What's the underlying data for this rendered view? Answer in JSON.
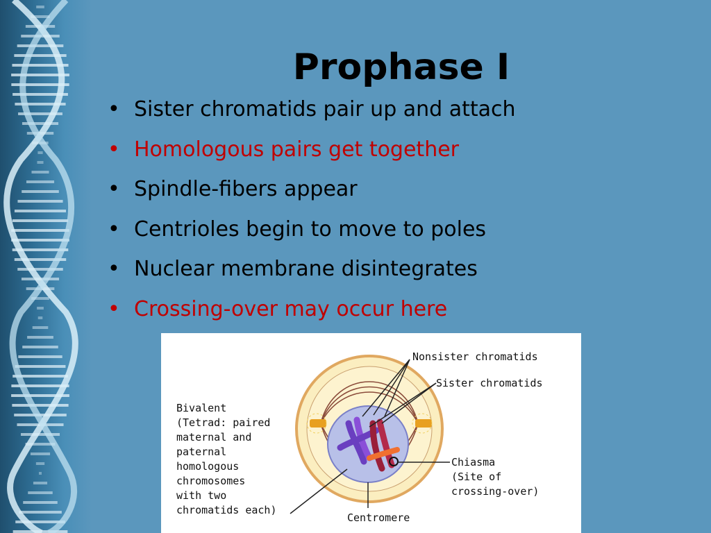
{
  "slide": {
    "title": "Prophase I",
    "bullets": [
      {
        "text": "Sister chromatids pair up and attach",
        "highlight": false
      },
      {
        "text": "Homologous pairs get together",
        "highlight": true
      },
      {
        "text": "Spindle-fibers appear",
        "highlight": false
      },
      {
        "text": "Centrioles begin to move to poles",
        "highlight": false
      },
      {
        "text": "Nuclear membrane disintegrates",
        "highlight": false
      },
      {
        "text": "Crossing-over may occur here",
        "highlight": true
      }
    ],
    "bullet_glyph": "•"
  },
  "diagram": {
    "labels": {
      "nonsister": "Nonsister chromatids",
      "sister": "Sister chromatids",
      "bivalent": "Bivalent\n(Tetrad: paired\nmaternal and\npaternal\nhomologous\nchromosomes\nwith two\nchromatids each)",
      "chiasma": "Chiasma\n(Site of\ncrossing-over)",
      "centromere": "Centromere"
    }
  },
  "colors": {
    "background": "#5b97bd",
    "highlight": "#c00000",
    "text": "#000000"
  }
}
